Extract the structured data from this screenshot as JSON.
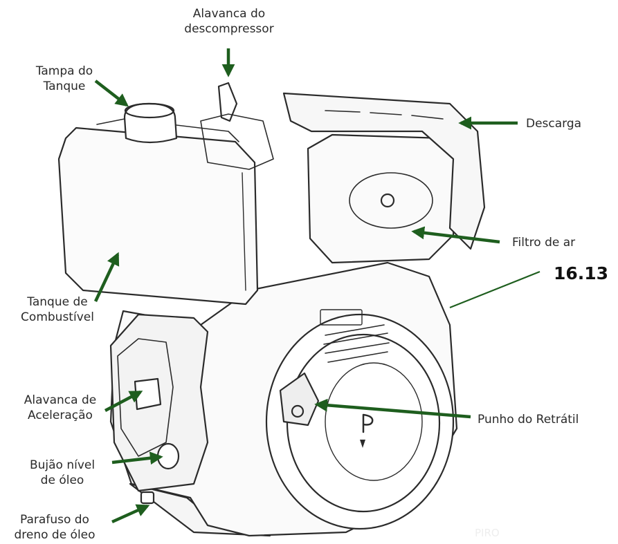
{
  "labels": {
    "decompressor_lever": [
      "Alavanca do",
      "descompressor"
    ],
    "tank_cap": [
      "Tampa do",
      "Tanque"
    ],
    "exhaust": [
      "Descarga"
    ],
    "air_filter": [
      "Filtro de ar"
    ],
    "fuel_tank": [
      "Tanque de",
      "Combustível"
    ],
    "throttle_lever": [
      "Alavanca de",
      "Aceleração"
    ],
    "oil_level_plug": [
      "Bujão nível",
      "de óleo"
    ],
    "oil_drain_bolt": [
      "Parafuso do",
      "dreno de óleo"
    ],
    "recoil_handle": [
      "Punho do Retrátil"
    ]
  },
  "section_number": "16.13",
  "watermark": "PIRO",
  "colors": {
    "arrow": "#1e5e1e",
    "outline": "#2b2b2b",
    "text": "#2a2a2a"
  }
}
